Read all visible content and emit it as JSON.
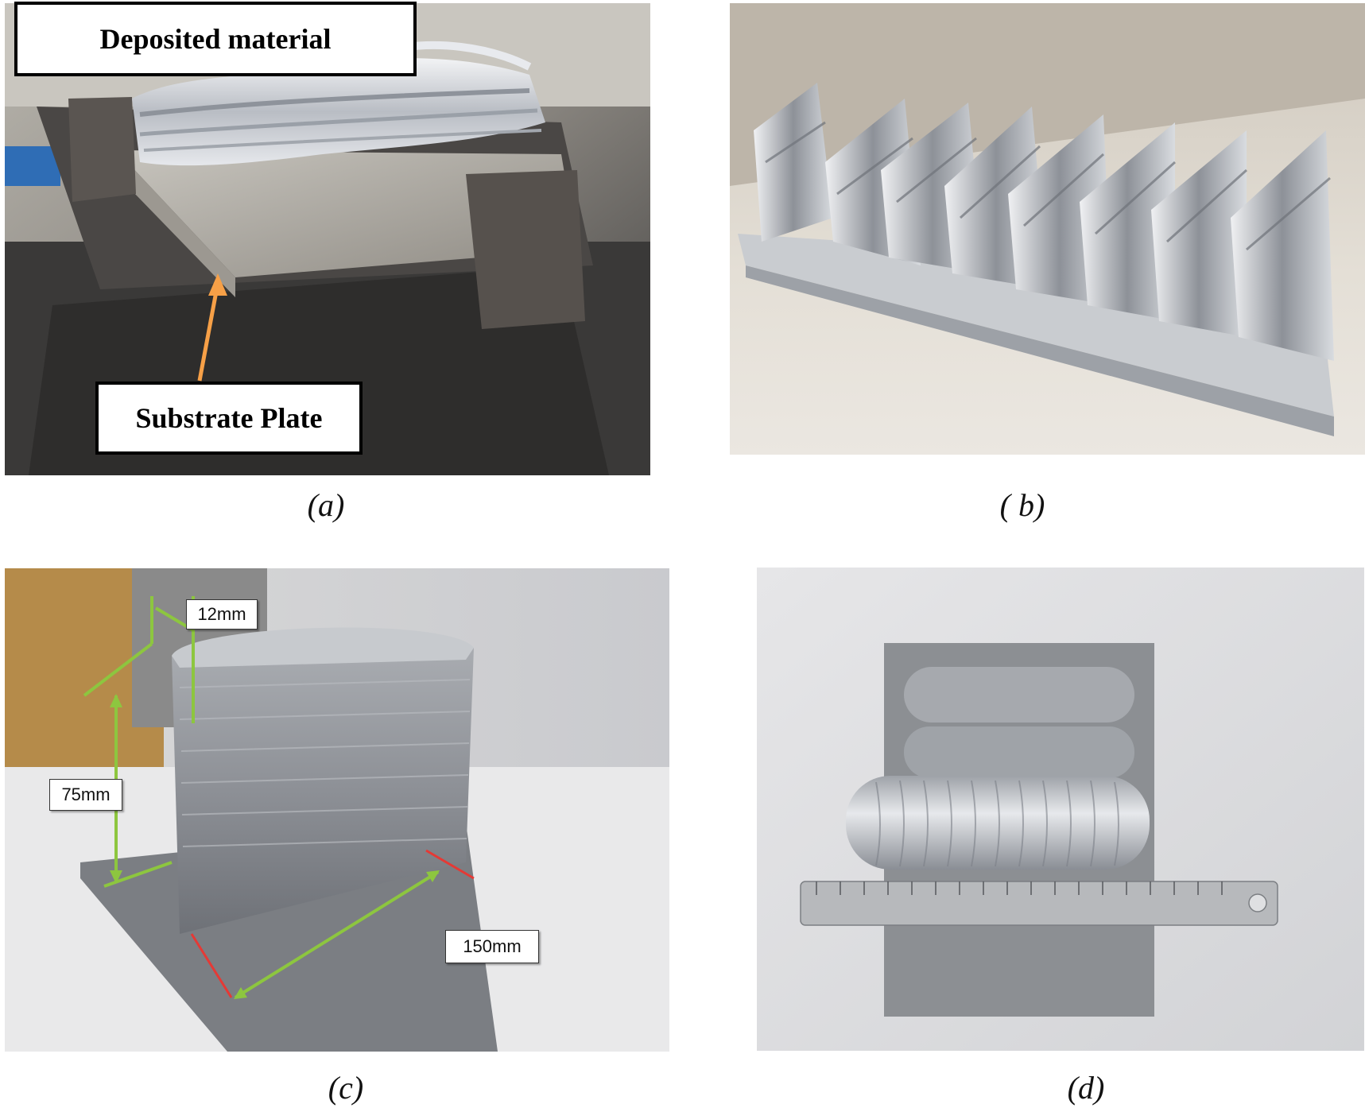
{
  "panels": {
    "a": {
      "caption": "(a)",
      "label_top": "Deposited material",
      "label_bottom": "Substrate Plate",
      "arrow_color": "#F7A047"
    },
    "b": {
      "caption": "( b)"
    },
    "c": {
      "caption": "(c)",
      "dim_width": "12mm",
      "dim_height": "75mm",
      "dim_length": "150mm",
      "dim_line_color": "#8DC63F",
      "marker_color": "#E53935"
    },
    "d": {
      "caption": "(d)"
    }
  }
}
